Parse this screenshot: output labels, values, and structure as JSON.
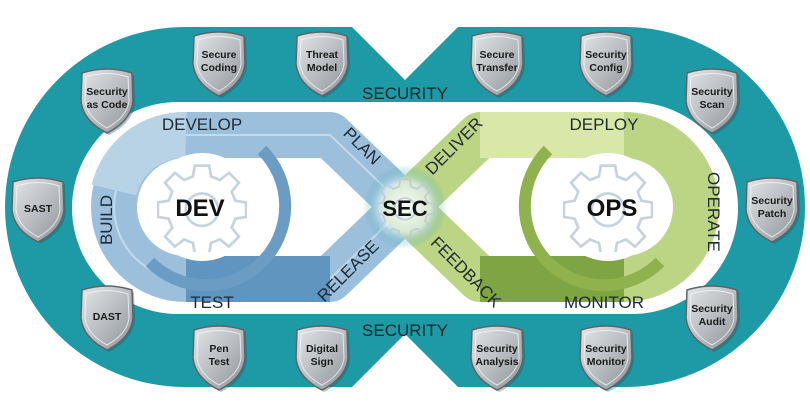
{
  "ring": {
    "top_label": "SECURITY",
    "bottom_label": "SECURITY"
  },
  "centers": {
    "dev": "DEV",
    "sec": "SEC",
    "ops": "OPS"
  },
  "phases": {
    "develop": "DEVELOP",
    "build": "BUILD",
    "test": "TEST",
    "plan": "PLAN",
    "release": "RELEASE",
    "deliver": "DELIVER",
    "feedback": "FEEDBACK",
    "deploy": "DEPLOY",
    "operate": "OPERATE",
    "monitor": "MONITOR"
  },
  "shields": [
    {
      "lines": [
        "Secure",
        "Coding"
      ]
    },
    {
      "lines": [
        "Threat",
        "Model"
      ]
    },
    {
      "lines": [
        "Secure",
        "Transfer"
      ]
    },
    {
      "lines": [
        "Security",
        "Config"
      ]
    },
    {
      "lines": [
        "Security",
        "as Code"
      ]
    },
    {
      "lines": [
        "Security",
        "Scan"
      ]
    },
    {
      "lines": [
        "SAST"
      ]
    },
    {
      "lines": [
        "Security",
        "Patch"
      ]
    },
    {
      "lines": [
        "DAST"
      ]
    },
    {
      "lines": [
        "Security",
        "Audit"
      ]
    },
    {
      "lines": [
        "Pen",
        "Test"
      ]
    },
    {
      "lines": [
        "Digital",
        "Sign"
      ]
    },
    {
      "lines": [
        "Security",
        "Analysis"
      ]
    },
    {
      "lines": [
        "Security",
        "Monitor"
      ]
    }
  ],
  "colors": {
    "ring": "#1e9aa6",
    "ring_dark": "#14808b",
    "dev_light": "#b8d2e6",
    "dev_mid": "#8fb6d3",
    "dev_dark": "#4f86b0",
    "ops_light": "#d8e7a4",
    "ops_mid": "#b3cf6f",
    "ops_dark": "#7ea340",
    "center_glow": "#cfe7ea",
    "shield_fill": "#b9bdc0",
    "shield_stroke": "#5f6468"
  }
}
